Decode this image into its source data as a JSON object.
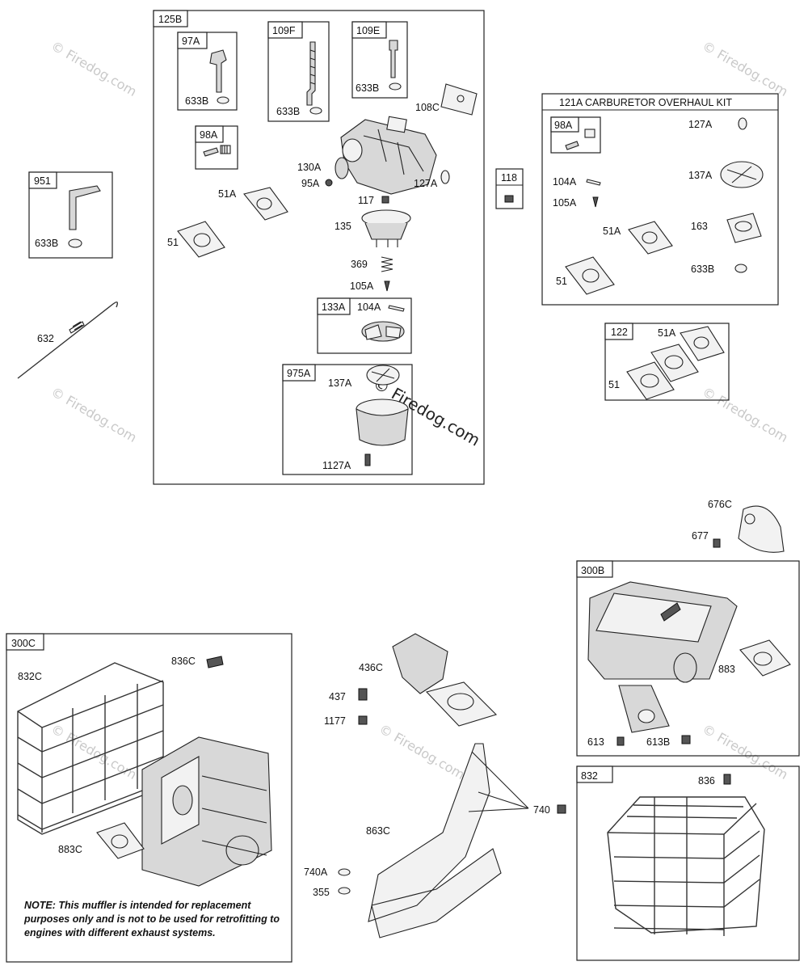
{
  "watermark": {
    "text": "© Firedog.com",
    "center_text": "© Firedog.com"
  },
  "kits": {
    "k125b": "125B",
    "k121a": "121A CARBURETOR OVERHAUL KIT",
    "k300c": "300C",
    "k300b": "300B",
    "k832": "832",
    "k122": "122"
  },
  "subboxes": {
    "s97a": "97A",
    "s109f": "109F",
    "s109e": "109E",
    "s98a": "98A",
    "s133a": "133A",
    "s975a": "975A",
    "s951": "951",
    "s118": "118",
    "s98a_kit": "98A"
  },
  "labels": {
    "l633b_97a": "633B",
    "l633b_109f": "633B",
    "l633b_109e": "633B",
    "l108c": "108C",
    "l130a": "130A",
    "l95a": "95A",
    "l127a": "127A",
    "l51a": "51A",
    "l51": "51",
    "l117": "117",
    "l135": "135",
    "l369": "369",
    "l105a": "105A",
    "l104a": "104A",
    "l137a": "137A",
    "l1127a": "1127A",
    "l633b_951": "633B",
    "l632": "632",
    "k_127a": "127A",
    "k_104a": "104A",
    "k_105a": "105A",
    "k_137a": "137A",
    "k_51a": "51A",
    "k_163": "163",
    "k_51": "51",
    "k_633b": "633B",
    "g_51a": "51A",
    "g_51": "51",
    "l676c": "676C",
    "l677": "677",
    "l883": "883",
    "l613": "613",
    "l613b": "613B",
    "l836": "836",
    "l836c": "836C",
    "l832c": "832C",
    "l883c": "883C",
    "l436c": "436C",
    "l437": "437",
    "l1177": "1177",
    "l740": "740",
    "l863c": "863C",
    "l740a": "740A",
    "l355": "355"
  },
  "note": {
    "keyword": "NOTE:",
    "text": "This muffler is intended for replacement purposes only and is not to be used for retrofitting to engines with different exhaust systems."
  }
}
